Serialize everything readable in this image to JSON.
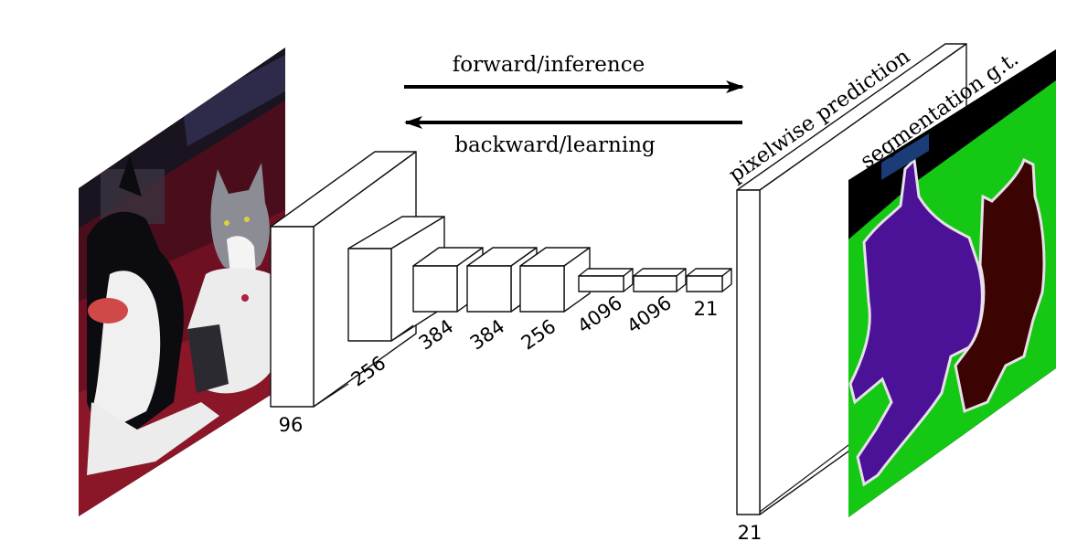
{
  "arrows": {
    "forward_label": "forward/inference",
    "backward_label": "backward/learning"
  },
  "layers": [
    {
      "label": "96"
    },
    {
      "label": "256"
    },
    {
      "label": "384"
    },
    {
      "label": "384"
    },
    {
      "label": "256"
    },
    {
      "label": "4096"
    },
    {
      "label": "4096"
    },
    {
      "label": "21"
    }
  ],
  "output": {
    "prediction_label": "pixelwise prediction",
    "depth_label": "21",
    "groundtruth_label": "segmentation g.t."
  },
  "colors": {
    "background": "#000000",
    "dog_class": "#4b1196",
    "cat_class": "#3c0303",
    "ground_class": "#14c814",
    "boundary": "#e8e0e8",
    "focus_marker": "#1c3c78"
  }
}
